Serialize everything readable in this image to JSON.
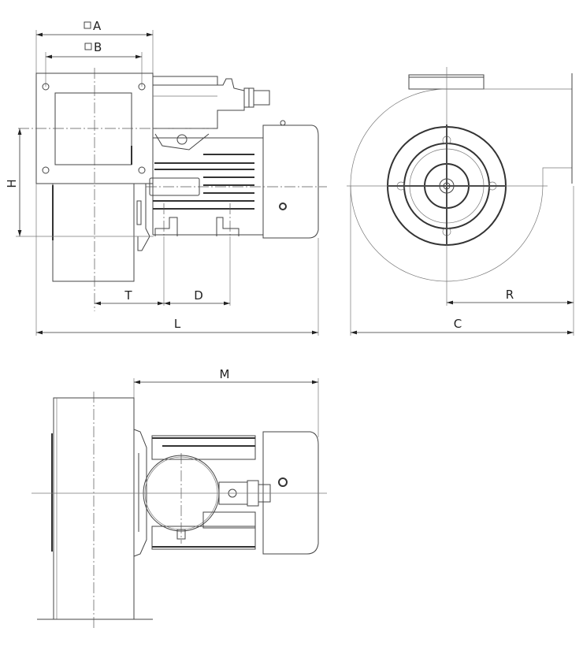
{
  "drawing": {
    "side_view": {
      "dim_a": "A",
      "dim_b": "B",
      "dim_h": "H",
      "dim_t": "T",
      "dim_d": "D",
      "dim_l": "L"
    },
    "front_view": {
      "dim_r": "R",
      "dim_c": "C"
    },
    "top_view": {
      "dim_m": "M"
    },
    "colors": {
      "line": "#444444",
      "background": "#ffffff"
    }
  }
}
